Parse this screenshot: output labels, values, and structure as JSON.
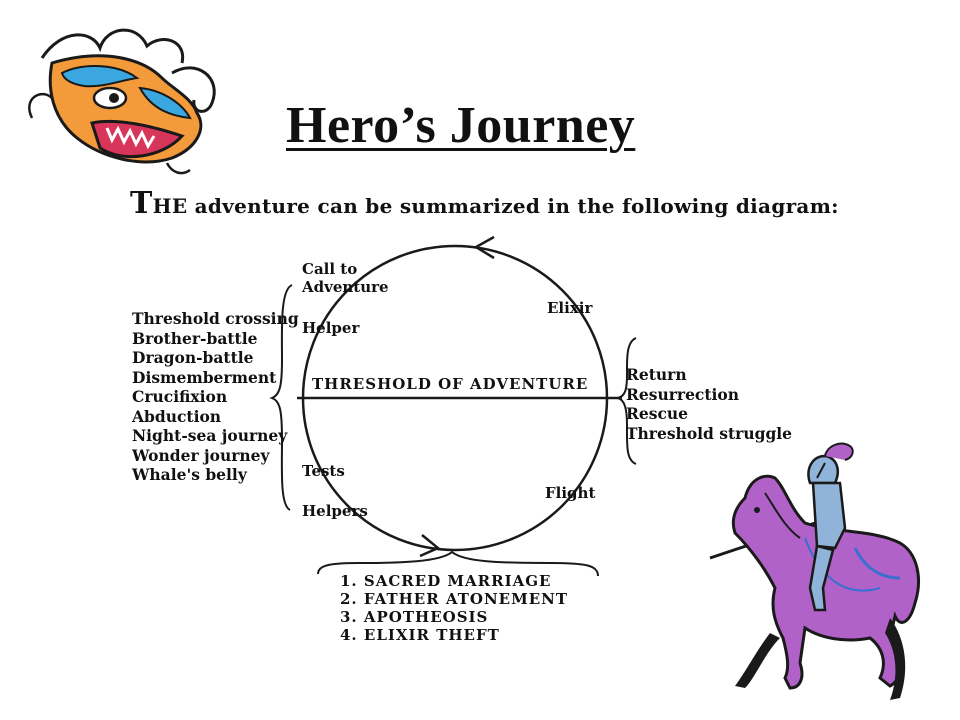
{
  "title": "Hero’s Journey",
  "intro": {
    "first_letter": "T",
    "rest": "HE adventure can be summarized in the following diagram:"
  },
  "diagram": {
    "call_to_adventure": [
      "Call to",
      "Adventure"
    ],
    "helper": "Helper",
    "elixir": "Elixir",
    "threshold": "THRESHOLD OF ADVENTURE",
    "tests": "Tests",
    "helpers": "Helpers",
    "flight": "Flight",
    "left_list": [
      "Threshold crossing",
      "Brother-battle",
      "Dragon-battle",
      "Dismemberment",
      "Crucifixion",
      "Abduction",
      "Night-sea journey",
      "Wonder journey",
      "Whale's belly"
    ],
    "right_list": [
      "Return",
      "Resurrection",
      "Rescue",
      "Threshold struggle"
    ],
    "bottom_list": [
      "1. SACRED MARRIAGE",
      "2. FATHER ATONEMENT",
      "3. APOTHEOSIS",
      "4. ELIXIR THEFT"
    ]
  },
  "icons": [
    "dragon-head-icon",
    "knight-on-horse-icon"
  ],
  "colors": {
    "dragon_orange": "#f39a3a",
    "dragon_blue": "#3aa7e0",
    "horse_purple": "#b062c8",
    "knight_blue": "#8fb3d9"
  }
}
